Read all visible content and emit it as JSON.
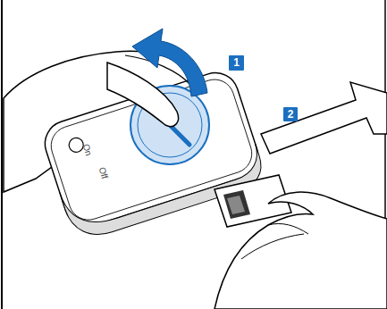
{
  "diagram": {
    "labels": [
      "1",
      "2",
      "On",
      "Off"
    ]
  }
}
